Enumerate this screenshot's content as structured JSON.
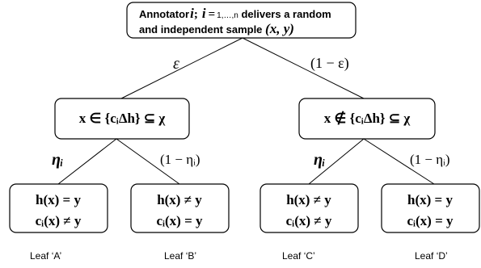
{
  "root": {
    "prefix": "Annotator",
    "var_i": "i",
    "sep": ";",
    "var_i2": "i",
    "eq": "=",
    "range": "1,…,n",
    "text_line1": " delivers a random",
    "text_line2": "and independent sample ",
    "pair": "(x, y)"
  },
  "edges": {
    "top_left": "ε",
    "top_right": "(1 − ε)",
    "left_left": "ηᵢ",
    "left_right": "(1 − ηᵢ)",
    "right_left": "ηᵢ",
    "right_right": "(1 − ηᵢ)"
  },
  "mid_nodes": {
    "left": "x ∈ {cᵢΔh} ⊆ χ",
    "right": "x ∉ {cᵢΔh} ⊆ χ"
  },
  "leaves": [
    {
      "line1": "h(x) = y",
      "line2": "cᵢ(x) ≠ y",
      "label": "Leaf ‘A’"
    },
    {
      "line1": "h(x) ≠ y",
      "line2": "cᵢ(x) = y",
      "label": "Leaf ‘B’"
    },
    {
      "line1": "h(x) ≠ y",
      "line2": "cᵢ(x) ≠ y",
      "label": "Leaf ‘C’"
    },
    {
      "line1": "h(x) = y",
      "line2": "cᵢ(x) = y",
      "label": "Leaf ‘D’"
    }
  ]
}
